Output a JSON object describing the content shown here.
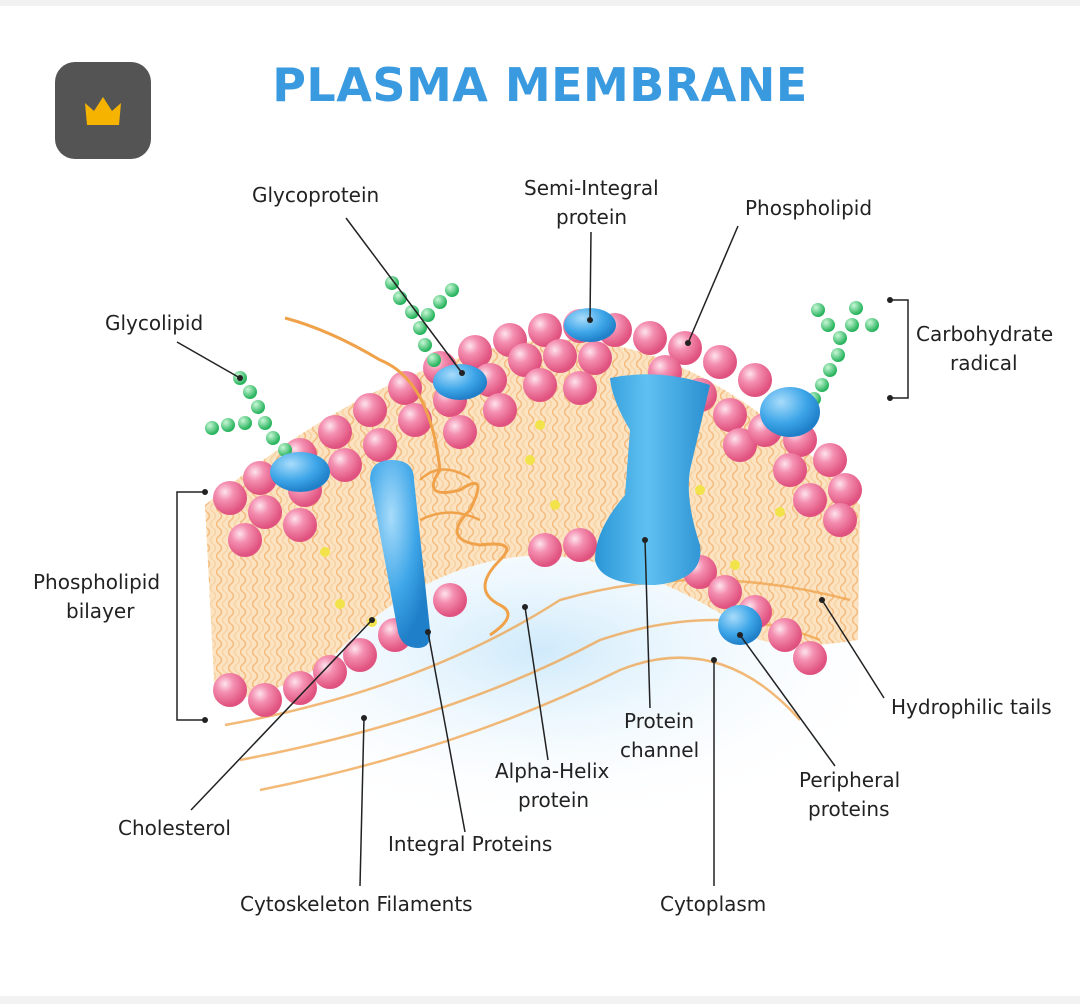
{
  "title": "PLASMA MEMBRANE",
  "badge": {
    "icon": "crown-icon",
    "bg_color": "#545454",
    "icon_color": "#f6b400"
  },
  "colors": {
    "title": "#3a9ae0",
    "phospholipid_head": "#f07ba3",
    "tails": "#f6c98e",
    "protein": "#3ea6e8",
    "glyco_bead": "#3ecb72",
    "cholesterol": "#f2e34a",
    "filament": "#f0a24a",
    "cytoplasm": "#d8eefb"
  },
  "labels": {
    "glycoprotein": "Glycoprotein",
    "semi_integral_1": "Semi-Integral",
    "semi_integral_2": "protein",
    "phospholipid": "Phospholipid",
    "glycolipid": "Glycolipid",
    "carbohydrate_1": "Carbohydrate",
    "carbohydrate_2": "radical",
    "bilayer_1": "Phospholipid",
    "bilayer_2": "bilayer",
    "hydrophilic_tails": "Hydrophilic tails",
    "protein_channel_1": "Protein",
    "protein_channel_2": "channel",
    "alpha_helix_1": "Alpha-Helix",
    "alpha_helix_2": "protein",
    "peripheral_1": "Peripheral",
    "peripheral_2": "proteins",
    "cholesterol": "Cholesterol",
    "integral_proteins": "Integral Proteins",
    "cytoskeleton": "Cytoskeleton Filaments",
    "cytoplasm": "Cytoplasm"
  }
}
